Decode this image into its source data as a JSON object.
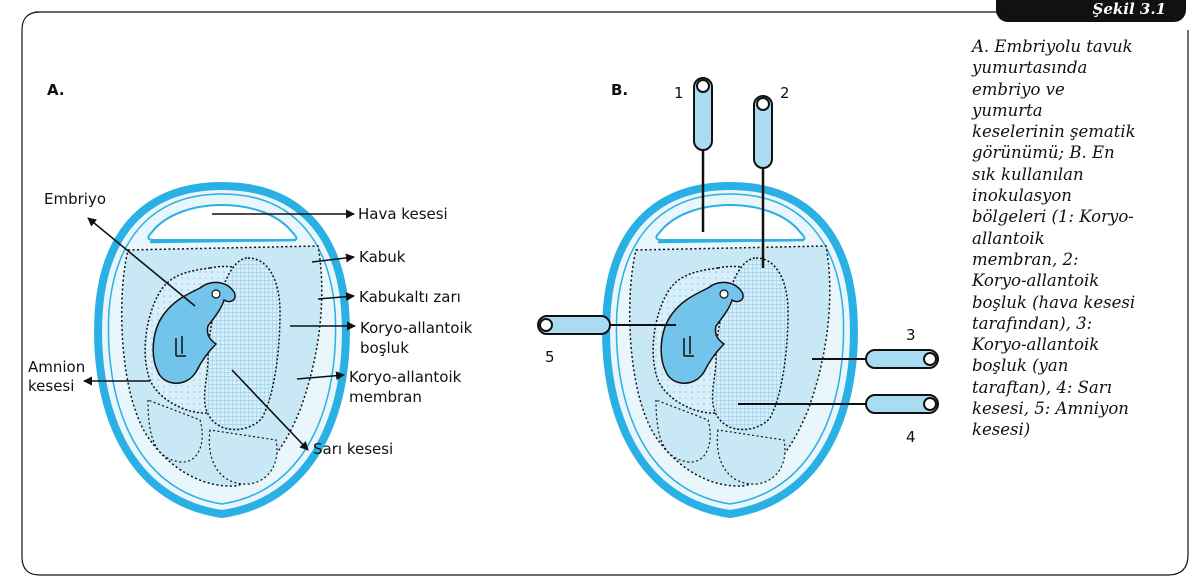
{
  "badge": "Şekil 3.1",
  "caption": [
    "A. Embriyolu tavuk",
    "yumurtasında",
    "embriyo ve",
    "yumurta",
    "keselerinin şematik",
    "görünümü; B. En",
    "sık kullanılan",
    "inokulasyon",
    "bölgeleri (1: Koryo-",
    "allantoik",
    "membran, 2:",
    "Koryo-allantoik",
    "boşluk (hava kesesi",
    "tarafından), 3:",
    "Koryo-allantoik",
    "boşluk (yan",
    "taraftan), 4: Sarı",
    "kesesi, 5: Amniyon",
    "kesesi)"
  ],
  "panelA": {
    "title": "A.",
    "embriyo": "Embriyo",
    "hava": "Hava kesesi",
    "kabuk": "Kabuk",
    "kabukalti": "Kabukaltı zarı",
    "koryo_bosluk_1": "Koryo-allantoik",
    "koryo_bosluk_2": "boşluk",
    "amnion_1": "Amnion",
    "amnion_2": "kesesi",
    "koryo_membran_1": "Koryo-allantoik",
    "koryo_membran_2": "membran",
    "sari": "Sarı kesesi"
  },
  "panelB": {
    "title": "B.",
    "n1": "1",
    "n2": "2",
    "n3": "3",
    "n4": "4",
    "n5": "5"
  },
  "colors": {
    "shell": "#2bb0e6",
    "fill": "#c8e8f6",
    "embryo": "#72c4ea",
    "outline": "#111111"
  }
}
